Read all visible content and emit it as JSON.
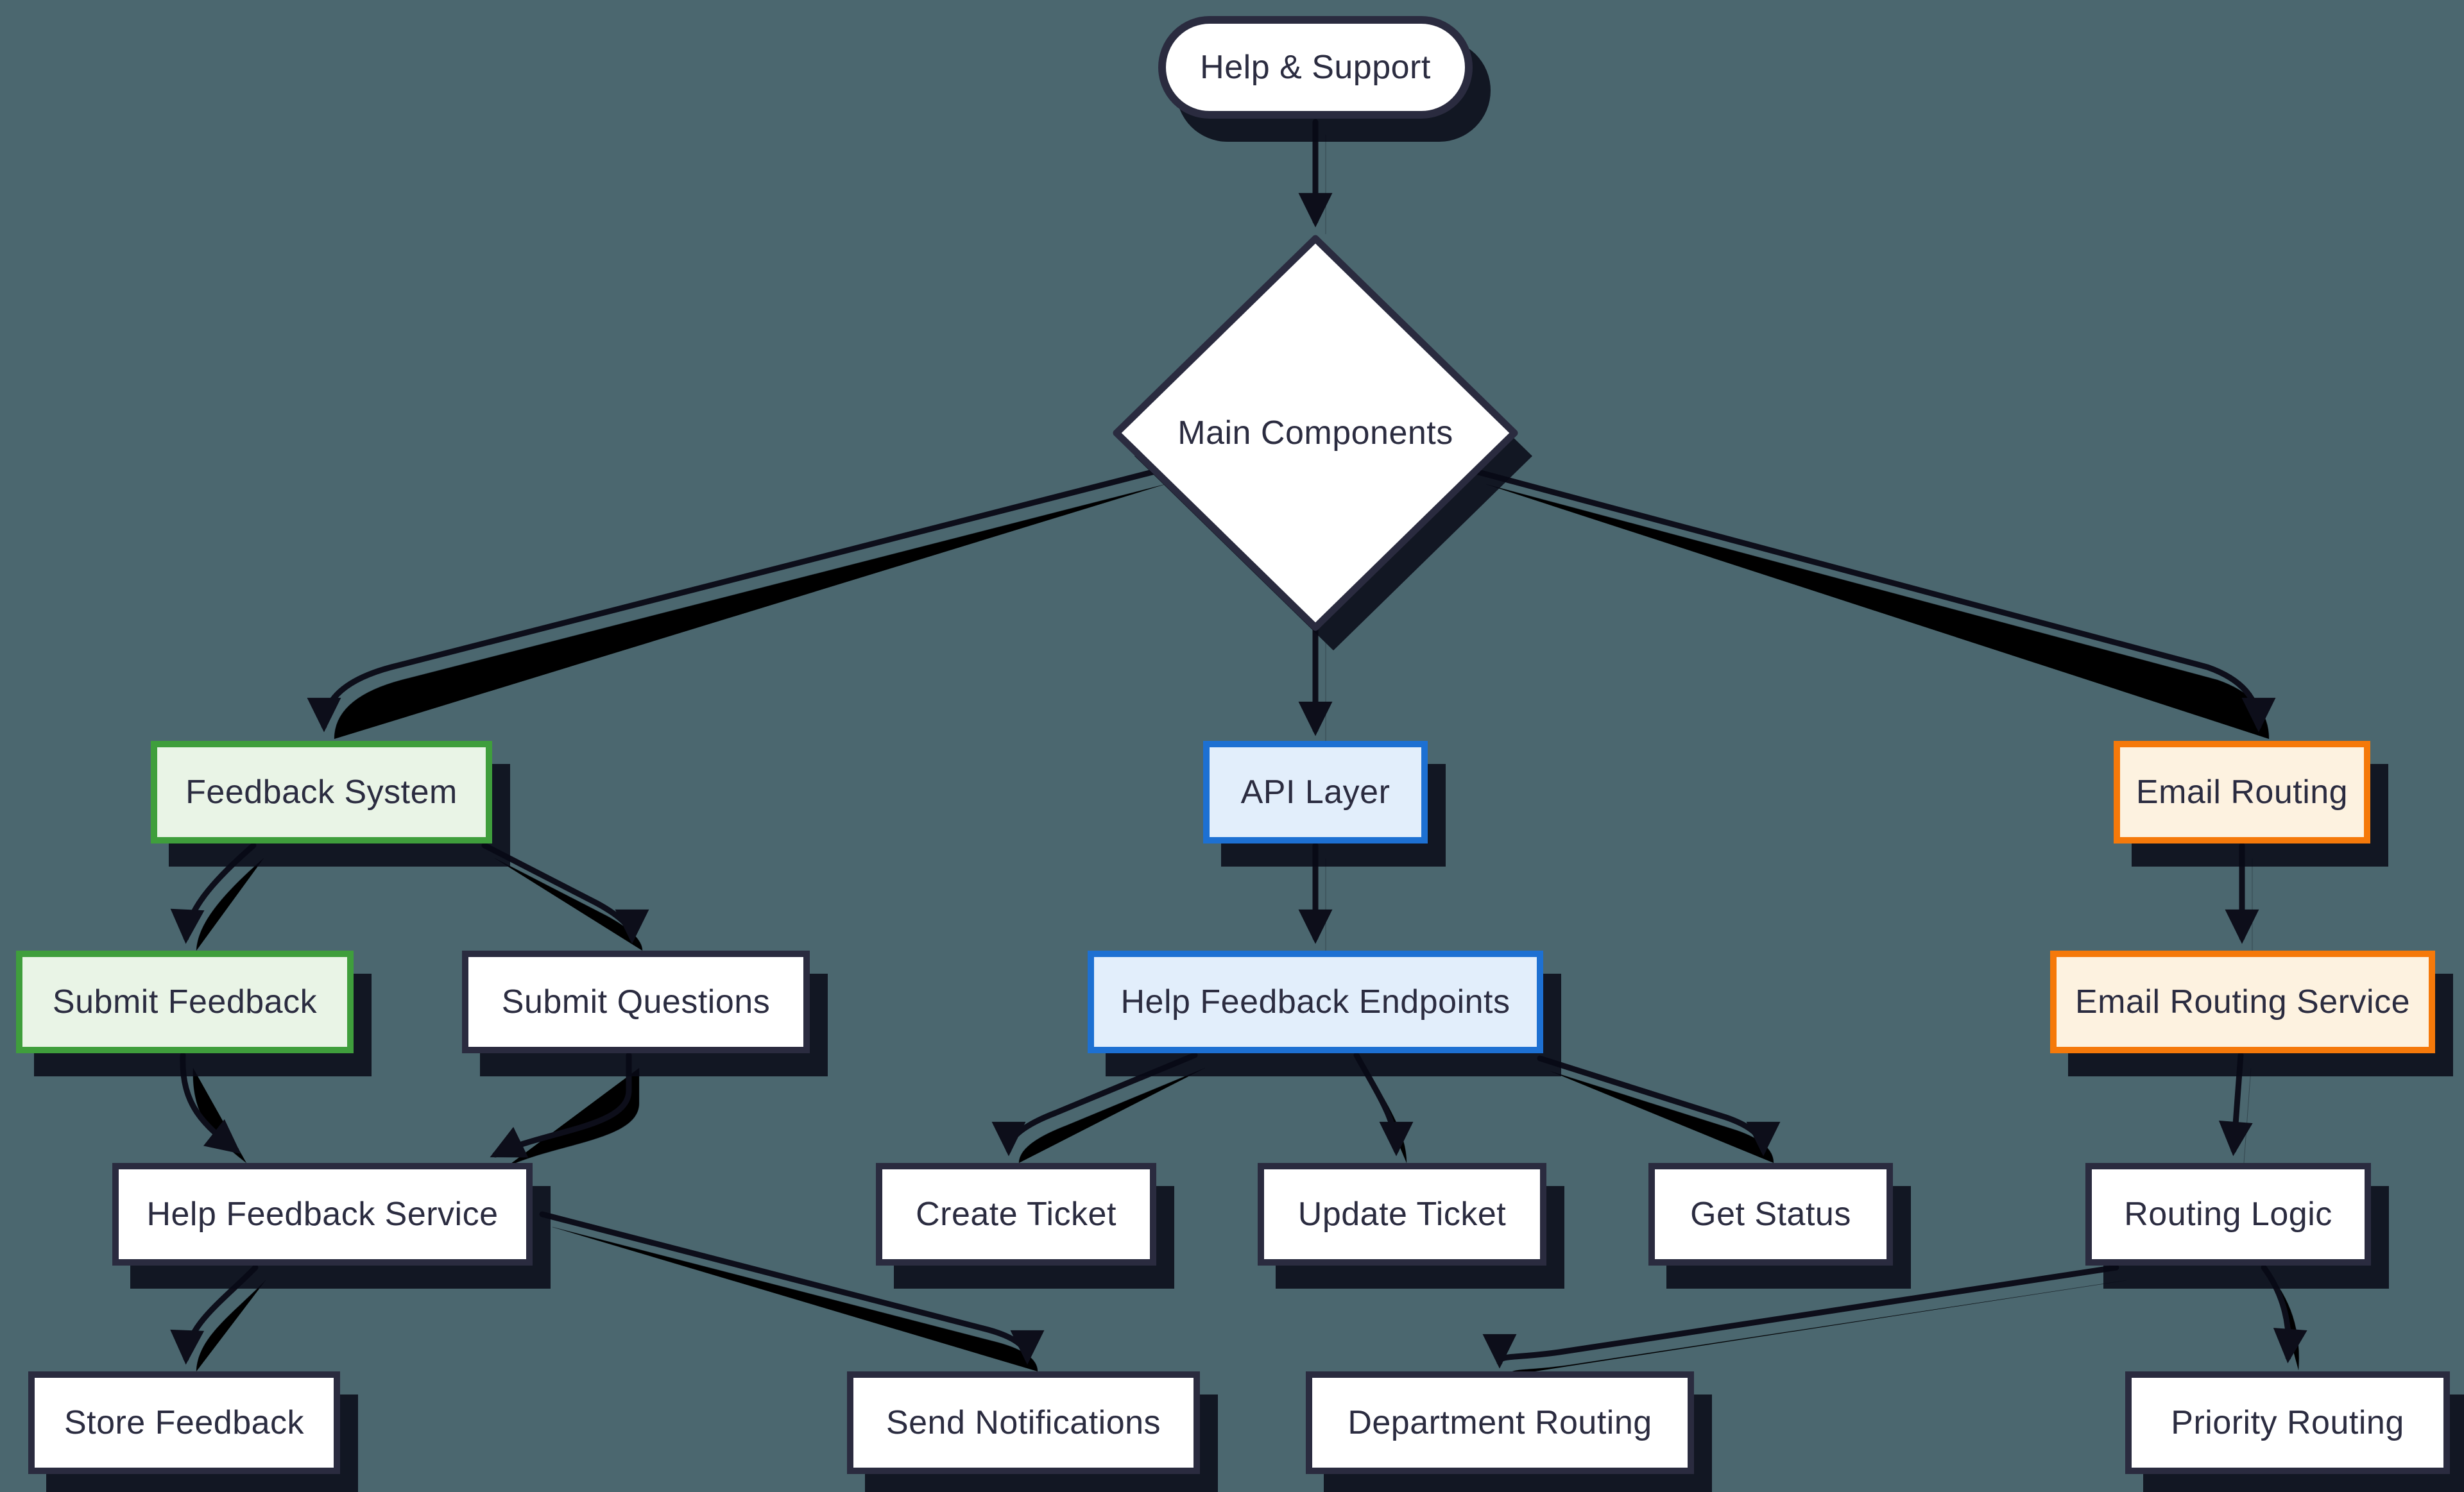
{
  "diagram": {
    "background_color": "#4b676f",
    "colors": {
      "node_border_default": "#2a2b3f",
      "node_fill_default": "#ffffff",
      "green_border": "#3f9e3c",
      "green_fill": "#e9f4e6",
      "blue_border": "#1d70d2",
      "blue_fill": "#e2eefb",
      "orange_border": "#f5790a",
      "orange_fill": "#fdf2e0",
      "edge_color": "#0d0e1a",
      "text_color": "#2b2c40"
    },
    "nodes": {
      "help_support": {
        "label": "Help & Support",
        "shape": "stadium",
        "palette": "default"
      },
      "main_components": {
        "label": "Main Components",
        "shape": "diamond",
        "palette": "default"
      },
      "feedback_system": {
        "label": "Feedback System",
        "shape": "rect",
        "palette": "green"
      },
      "api_layer": {
        "label": "API Layer",
        "shape": "rect",
        "palette": "blue"
      },
      "email_routing": {
        "label": "Email Routing",
        "shape": "rect",
        "palette": "orange"
      },
      "submit_feedback": {
        "label": "Submit Feedback",
        "shape": "rect",
        "palette": "green"
      },
      "submit_questions": {
        "label": "Submit Questions",
        "shape": "rect",
        "palette": "default"
      },
      "help_feedback_endpoints": {
        "label": "Help Feedback Endpoints",
        "shape": "rect",
        "palette": "blue"
      },
      "email_routing_service": {
        "label": "Email Routing Service",
        "shape": "rect",
        "palette": "orange"
      },
      "help_feedback_service": {
        "label": "Help Feedback Service",
        "shape": "rect",
        "palette": "default"
      },
      "create_ticket": {
        "label": "Create Ticket",
        "shape": "rect",
        "palette": "default"
      },
      "update_ticket": {
        "label": "Update Ticket",
        "shape": "rect",
        "palette": "default"
      },
      "get_status": {
        "label": "Get Status",
        "shape": "rect",
        "palette": "default"
      },
      "routing_logic": {
        "label": "Routing Logic",
        "shape": "rect",
        "palette": "default"
      },
      "store_feedback": {
        "label": "Store Feedback",
        "shape": "rect",
        "palette": "default"
      },
      "send_notifications": {
        "label": "Send Notifications",
        "shape": "rect",
        "palette": "default"
      },
      "department_routing": {
        "label": "Department Routing",
        "shape": "rect",
        "palette": "default"
      },
      "priority_routing": {
        "label": "Priority Routing",
        "shape": "rect",
        "palette": "default"
      }
    },
    "edges": [
      {
        "from": "help_support",
        "to": "main_components"
      },
      {
        "from": "main_components",
        "to": "feedback_system"
      },
      {
        "from": "main_components",
        "to": "api_layer"
      },
      {
        "from": "main_components",
        "to": "email_routing"
      },
      {
        "from": "feedback_system",
        "to": "submit_feedback"
      },
      {
        "from": "feedback_system",
        "to": "submit_questions"
      },
      {
        "from": "submit_feedback",
        "to": "help_feedback_service"
      },
      {
        "from": "submit_questions",
        "to": "help_feedback_service"
      },
      {
        "from": "help_feedback_service",
        "to": "store_feedback"
      },
      {
        "from": "help_feedback_service",
        "to": "send_notifications"
      },
      {
        "from": "api_layer",
        "to": "help_feedback_endpoints"
      },
      {
        "from": "help_feedback_endpoints",
        "to": "create_ticket"
      },
      {
        "from": "help_feedback_endpoints",
        "to": "update_ticket"
      },
      {
        "from": "help_feedback_endpoints",
        "to": "get_status"
      },
      {
        "from": "email_routing",
        "to": "email_routing_service"
      },
      {
        "from": "email_routing_service",
        "to": "routing_logic"
      },
      {
        "from": "routing_logic",
        "to": "department_routing"
      },
      {
        "from": "routing_logic",
        "to": "priority_routing"
      }
    ]
  }
}
